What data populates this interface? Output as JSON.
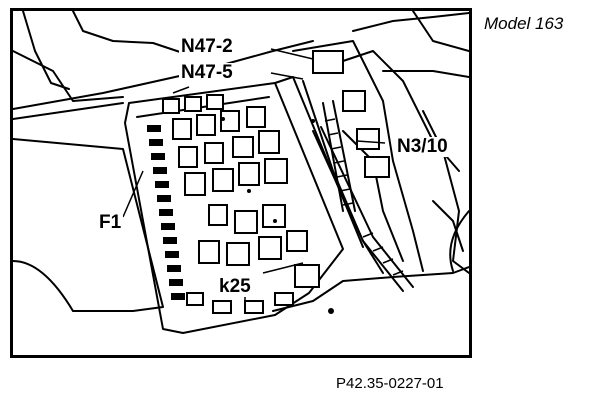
{
  "model_label": "Model 163",
  "figure_code": "P42.35-0227-01",
  "callouts": {
    "n47_2": "N47-2",
    "n47_5": "N47-5",
    "n3_10": "N3/10",
    "f1": "F1",
    "k25": "k25"
  }
}
